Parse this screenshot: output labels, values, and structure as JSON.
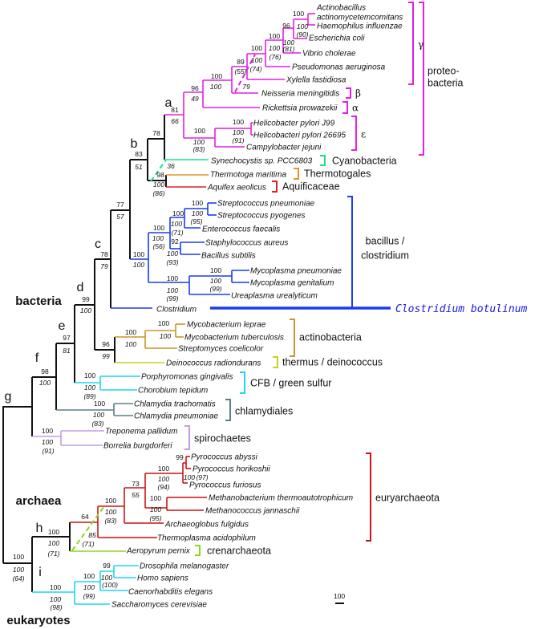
{
  "colors": {
    "k": "#111111",
    "m": "#e41ee4",
    "g": "#22dd88",
    "o": "#e0962a",
    "r": "#e02020",
    "b": "#1a3cf0",
    "gold": "#c8962a",
    "olive": "#c8d020",
    "c": "#22d4f0",
    "grey": "#5a7f86",
    "p": "#c49ae8",
    "R": "#cc1414",
    "L": "#8ad822",
    "highlight": "#1a1ae0"
  },
  "taxa": [
    "Actinobacillus",
    "actinomycetemcomitans",
    "Haemophilus influenzae",
    "Escherichia coli",
    "Vibrio cholerae",
    "Pseudomonas aeruginosa",
    "Xylella fastidiosa",
    "Neisseria meningitidis",
    "Rickettsia prowazekii",
    "Helicobacter pylori J99",
    "Helicobacteri pylori 26695",
    "Campylobacter jejuni",
    "Synechocystis sp. PCC6803",
    "Thermotoga maritima",
    "Aquifex aeolicus",
    "Streptococcus pneumoniae",
    "Streptococcus pyogenes",
    "Enterococcus faecalis",
    "Staphylococcus aureus",
    "Bacillus subtilis",
    "Mycoplasma pneumoniae",
    "Mycoplasma genitalium",
    "Ureaplasma urealyticum",
    "Clostridium",
    "Mycobacterium leprae",
    "Mycobacterium tuberculosis",
    "Streptomyces coelicolor",
    "Deinococcus radiondurans",
    "Porphyromonas gingivalis",
    "Chorobium tepidum",
    "Chlamydia trachomatis",
    "Chlamydia pneumoniae",
    "Treponema pallidum",
    "Borrelia burgdorferi",
    "Pyrococcus abyssi",
    "Pyrococcus horikoshii",
    "Pyrococcus furiosus",
    "Methanobacterium thermoautotrophicum",
    "Methanococcus jannaschii",
    "Archaeoglobus fulgidus",
    "Thermoplasma acidophilum",
    "Aeropyrum pernix",
    "Drosophila melanogaster",
    "Homo sapiens",
    "Caenorhabditis elegans",
    "Saccharomyces cerevisiae"
  ],
  "support_values": [
    "100",
    "96",
    "100",
    "(90)",
    "100",
    "100",
    "(81)",
    "100",
    "100",
    "(76)",
    "89",
    "100",
    "(55)",
    "(74)",
    "100",
    "100",
    "79",
    "96",
    "49",
    "81",
    "66",
    "100",
    "100",
    "(83)",
    "100",
    "100",
    "(91)",
    "78",
    "36",
    "98",
    "100",
    "(86)",
    "83",
    "51",
    "77",
    "57",
    "78",
    "79",
    "100",
    "100",
    "100",
    "(95)",
    "100",
    "100",
    "(71)",
    "100",
    "(56)",
    "92",
    "100",
    "(93)",
    "100",
    "100",
    "100",
    "100",
    "(99)",
    "100",
    "100",
    "(99)",
    "99",
    "100",
    "97",
    "81",
    "98",
    "100",
    "96",
    "99",
    "100",
    "100",
    "100",
    "100",
    "100",
    "100",
    "(89)",
    "100",
    "100",
    "(83)",
    "100",
    "100",
    "(91)",
    "99",
    "100",
    "100",
    "(94)",
    "100",
    "(97)",
    "73",
    "55",
    "100",
    "100",
    "(95)",
    "100",
    "100",
    "(83)",
    "64",
    "85",
    "(71)",
    "100",
    "100",
    "(71)",
    "100",
    "100",
    "(64)",
    "99",
    "100",
    "100",
    "(99)",
    "100",
    "(100)",
    "100",
    "100",
    "(98)"
  ],
  "clade_letters": [
    "a",
    "b",
    "c",
    "d",
    "e",
    "f",
    "g",
    "h",
    "i"
  ],
  "domains": [
    "bacteria",
    "archaea",
    "eukaryotes"
  ],
  "groups": [
    {
      "label": "γ",
      "color": "m"
    },
    {
      "label": "proteo-",
      "label2": "bacteria",
      "color": "m"
    },
    {
      "label": "β",
      "color": "m"
    },
    {
      "label": "α",
      "color": "m"
    },
    {
      "label": "ε",
      "color": "m"
    },
    {
      "label": "Cyanobacteria",
      "color": "g"
    },
    {
      "label": "Thermotogales",
      "color": "o"
    },
    {
      "label": "Aquificaceae",
      "color": "r"
    },
    {
      "label": "bacillus /",
      "label2": "clostridium",
      "color": "b"
    },
    {
      "label": "actinobacteria",
      "color": "gold"
    },
    {
      "label": "thermus / deinococcus",
      "color": "olive"
    },
    {
      "label": "CFB / green sulfur",
      "color": "c"
    },
    {
      "label": "chlamydiales",
      "color": "grey"
    },
    {
      "label": "spirochaetes",
      "color": "p"
    },
    {
      "label": "euryarchaeota",
      "color": "R"
    },
    {
      "label": "crenarchaeota",
      "color": "L"
    }
  ],
  "highlight_label": "Clostridium botulinum",
  "scale_bar_label": "100"
}
